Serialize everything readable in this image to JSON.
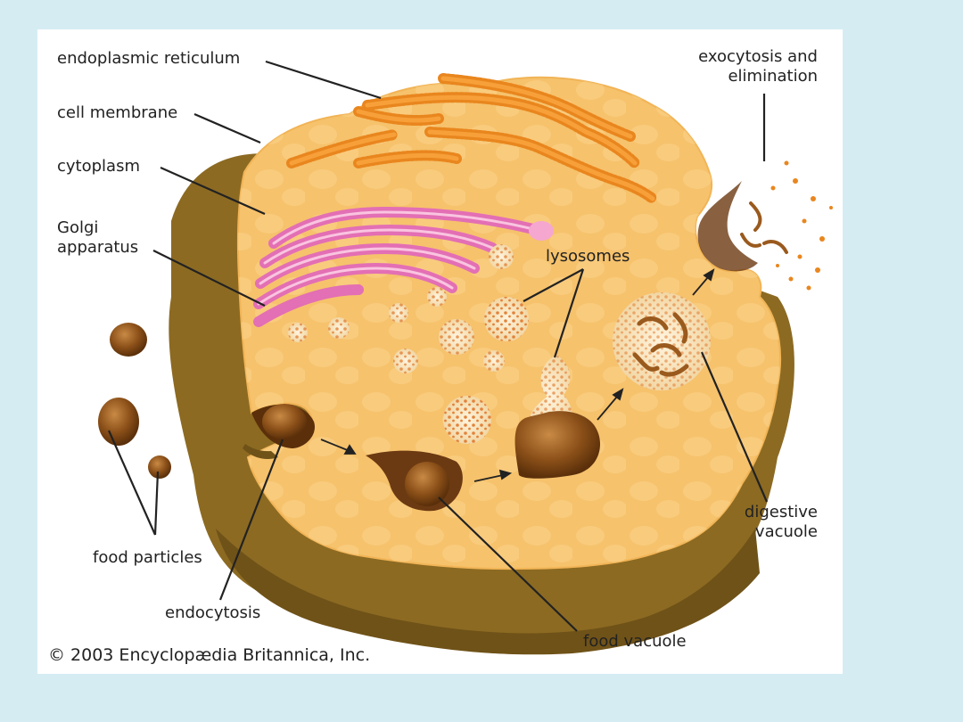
{
  "labels": {
    "endoplasmic_reticulum": "endoplasmic reticulum",
    "cell_membrane": "cell membrane",
    "cytoplasm": "cytoplasm",
    "golgi_line1": "Golgi",
    "golgi_line2": "apparatus",
    "lysosomes": "lysosomes",
    "exocytosis_line1": "exocytosis and",
    "exocytosis_line2": "elimination",
    "digestive_line1": "digestive",
    "digestive_line2": "vacuole",
    "food_particles": "food particles",
    "endocytosis": "endocytosis",
    "food_vacuole": "food vacuole"
  },
  "copyright": "© 2003 Encyclopædia Britannica, Inc.",
  "colors": {
    "page_background": "#d6ecf3",
    "panel_background": "#ffffff",
    "cytoplasm": "#f6c26c",
    "cell_shadow": "#8c6a22",
    "endoplasmic_reticulum": "#e9861e",
    "golgi": "#e36fb4",
    "vesicle": "#f8e3bf",
    "food": "#7a4412",
    "leader_line": "#222222"
  }
}
